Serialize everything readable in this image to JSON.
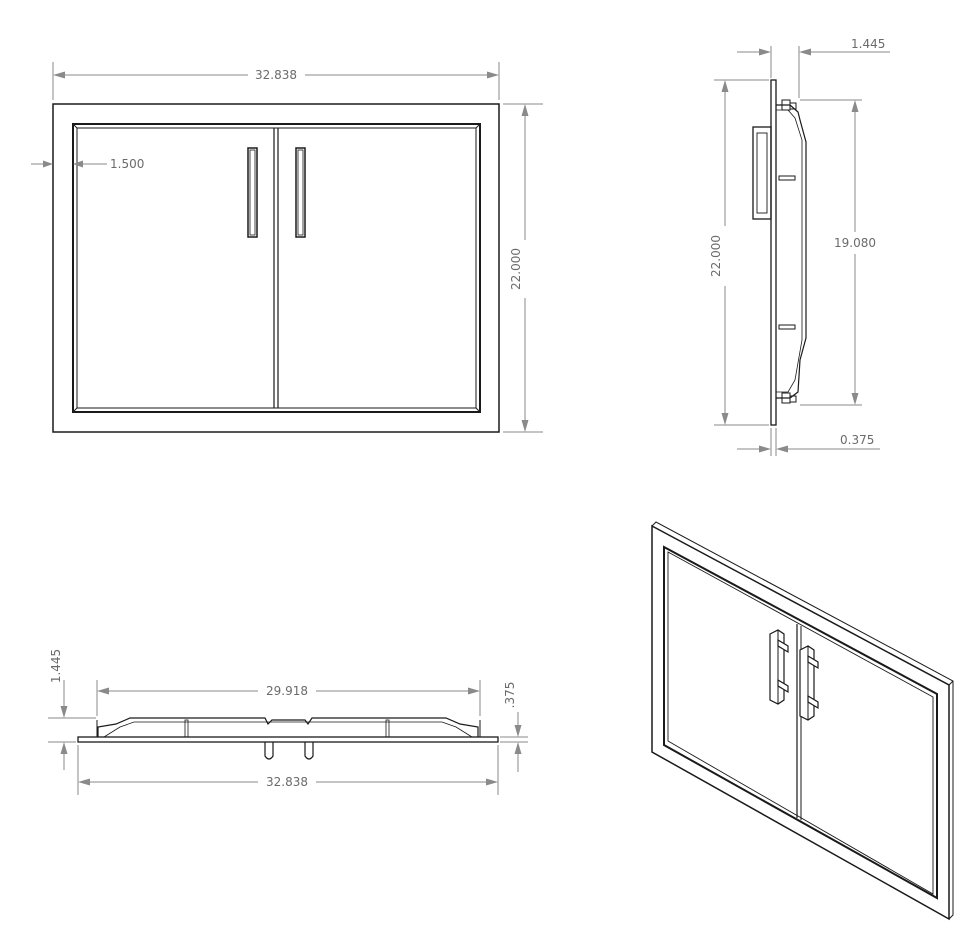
{
  "drawing": {
    "front_view": {
      "overall_width": "32.838",
      "overall_height": "22.000",
      "frame_border": "1.500"
    },
    "side_view": {
      "depth": "1.445",
      "height": "22.000",
      "inner_height": "19.080",
      "flange_thickness": "0.375"
    },
    "top_view": {
      "depth": "1.445",
      "inner_width": "29.918",
      "flange_thickness": ".375",
      "overall_width": "32.838"
    },
    "colors": {
      "line": "#1a1a1a",
      "dimension": "#8a8a8a",
      "dimension_text": "#6b6b6b"
    }
  }
}
